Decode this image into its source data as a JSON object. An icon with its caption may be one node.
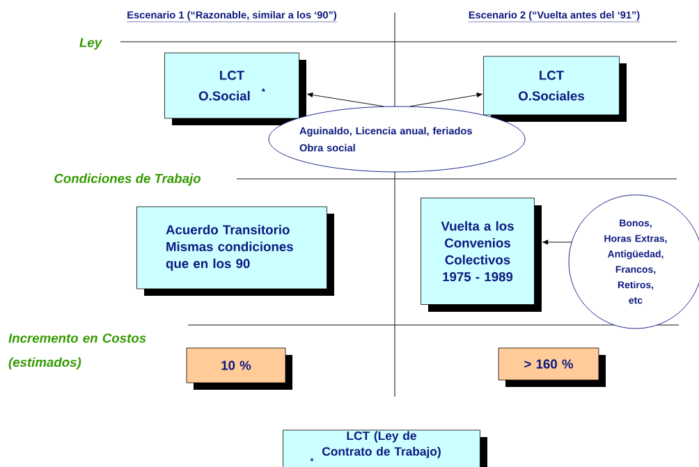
{
  "diagram": {
    "nodes": [
      {
        "text": [
          "LCT",
          "O.Social",
          "*"
        ]
      },
      {
        "text": [
          "LCT",
          "O.Sociales"
        ]
      },
      {
        "text": [
          "Aguinaldo,  Licencia anual, feriados",
          "Obra social"
        ]
      },
      {
        "text": [
          "Acuerdo Transitorio Mismas condiciones que en los 90"
        ]
      },
      {
        "text": [
          "Vuelta a los Convenios Colectivos 1975 - 1989"
        ]
      },
      {
        "text": [
          "Bonos,",
          "Horas Extras,",
          "Antigüedad,",
          "Francos,",
          "Retiros,",
          "etc"
        ]
      },
      {
        "text": [
          "10 %"
        ]
      },
      {
        "text": [
          "> 160 %"
        ]
      },
      {
        "text": [
          "LCT (Ley de Contrato de Trabajo)",
          "*"
        ]
      }
    ],
    "edges": [
      {
        "from": 2,
        "to": 0,
        "arrow": "to"
      },
      {
        "from": 2,
        "to": 1,
        "arrow": "to"
      },
      {
        "from": 5,
        "to": 4,
        "arrow": "to"
      }
    ],
    "labels": [
      "Escenario 1 (“Razonable, similar a los ‘90”)",
      "Escenario 2 (“Vuelta antes del ‘91”)",
      "Ley",
      "Condiciones de Trabajo",
      "Incremento en Costos (estimados)"
    ]
  }
}
